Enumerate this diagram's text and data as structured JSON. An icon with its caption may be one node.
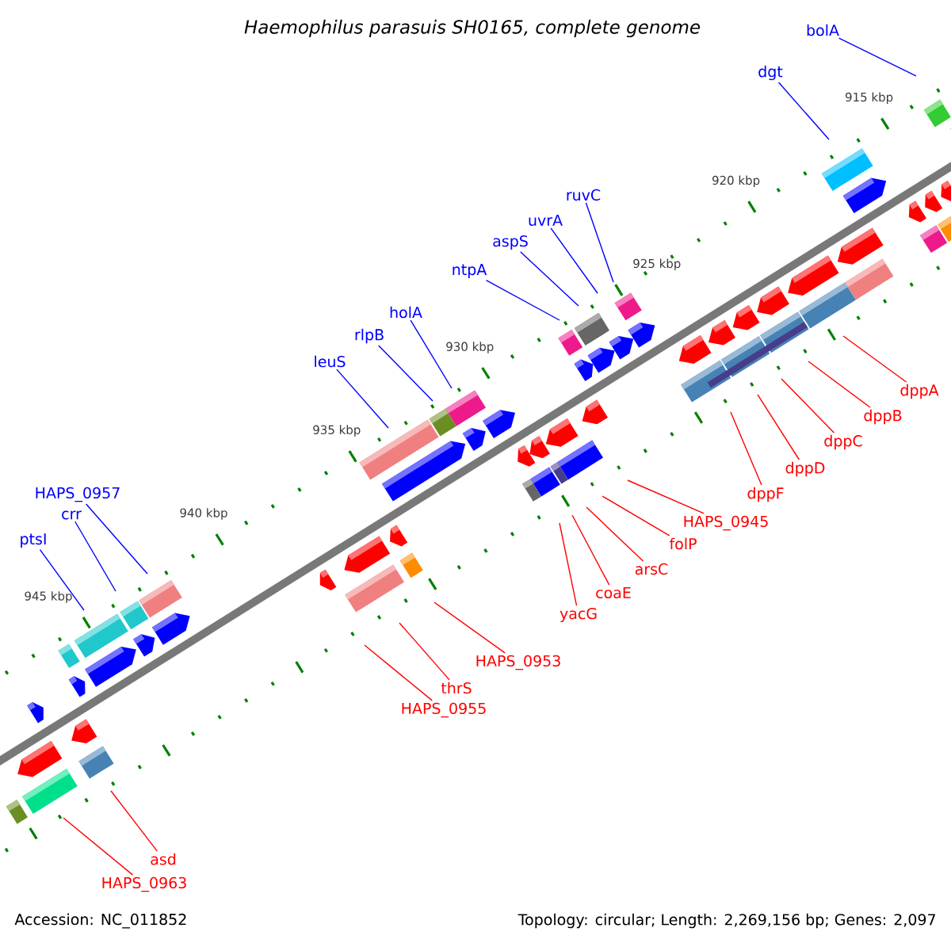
{
  "diagram": {
    "title": "Haemophilus parasuis SH0165, complete genome",
    "nodes": [
      {
        "text": [
          "bolA"
        ]
      },
      {
        "text": [
          "dgt"
        ]
      },
      {
        "text": [
          "ruvC"
        ]
      },
      {
        "text": [
          "uvrA"
        ]
      },
      {
        "text": [
          "aspS"
        ]
      },
      {
        "text": [
          "ntpA"
        ]
      },
      {
        "text": [
          "holA"
        ]
      },
      {
        "text": [
          "rlpB"
        ]
      },
      {
        "text": [
          "leuS"
        ]
      },
      {
        "text": [
          "dppA"
        ]
      },
      {
        "text": [
          "dppB"
        ]
      },
      {
        "text": [
          "dppC"
        ]
      },
      {
        "text": [
          "dppD"
        ]
      },
      {
        "text": [
          "dppF"
        ]
      },
      {
        "text": [
          "HAPS_0957"
        ]
      },
      {
        "text": [
          "crr"
        ]
      },
      {
        "text": [
          "HAPS_0945"
        ]
      },
      {
        "text": [
          "ptsI"
        ]
      },
      {
        "text": [
          "folP"
        ]
      },
      {
        "text": [
          "arsC"
        ]
      },
      {
        "text": [
          "coaE"
        ]
      },
      {
        "text": [
          "yacG"
        ]
      },
      {
        "text": [
          "HAPS_0953"
        ]
      },
      {
        "text": [
          "thrS"
        ]
      },
      {
        "text": [
          "HAPS_0955"
        ]
      },
      {
        "text": [
          "asd"
        ]
      },
      {
        "text": [
          "HAPS_0963"
        ]
      }
    ],
    "edges": [
      {
        "from": 0,
        "to": null,
        "arrow": "none",
        "color": "#0000ff"
      },
      {
        "from": 1,
        "to": null,
        "arrow": "none",
        "color": "#0000ff"
      },
      {
        "from": 2,
        "to": null,
        "arrow": "none",
        "color": "#0000ff"
      },
      {
        "from": 3,
        "to": null,
        "arrow": "none",
        "color": "#0000ff"
      },
      {
        "from": 4,
        "to": null,
        "arrow": "none",
        "color": "#0000ff"
      },
      {
        "from": 5,
        "to": null,
        "arrow": "none",
        "color": "#0000ff"
      },
      {
        "from": 6,
        "to": null,
        "arrow": "none",
        "color": "#0000ff"
      },
      {
        "from": 7,
        "to": null,
        "arrow": "none",
        "color": "#0000ff"
      },
      {
        "from": 8,
        "to": null,
        "arrow": "none",
        "color": "#0000ff"
      },
      {
        "from": 9,
        "to": null,
        "arrow": "none"
      },
      {
        "from": 10,
        "to": null,
        "arrow": "none"
      },
      {
        "from": 11,
        "to": null,
        "arrow": "none"
      },
      {
        "from": 12,
        "to": null,
        "arrow": "none"
      },
      {
        "from": 13,
        "to": null,
        "arrow": "none"
      },
      {
        "from": 14,
        "to": null,
        "arrow": "none",
        "color": "#0000ff"
      },
      {
        "from": 15,
        "to": null,
        "arrow": "none",
        "color": "#0000ff"
      },
      {
        "from": 16,
        "to": null,
        "arrow": "none"
      },
      {
        "from": 17,
        "to": null,
        "arrow": "none",
        "color": "#0000ff"
      },
      {
        "from": 18,
        "to": null,
        "arrow": "none"
      },
      {
        "from": 19,
        "to": null,
        "arrow": "none"
      },
      {
        "from": 20,
        "to": null,
        "arrow": "none"
      },
      {
        "from": 21,
        "to": null,
        "arrow": "none"
      },
      {
        "from": 22,
        "to": null,
        "arrow": "none"
      },
      {
        "from": 23,
        "to": null,
        "arrow": "none"
      },
      {
        "from": 24,
        "to": null,
        "arrow": "none"
      },
      {
        "from": 25,
        "to": null,
        "arrow": "none"
      },
      {
        "from": 26,
        "to": null,
        "arrow": "none"
      }
    ],
    "labels": [
      "915 kbp",
      "920 kbp",
      "925 kbp",
      "930 kbp",
      "935 kbp",
      "940 kbp",
      "945 kbp",
      "Accession: NC_011852",
      "Topology: circular; Length: 2,269,156 bp; Genes: 2,097"
    ]
  }
}
